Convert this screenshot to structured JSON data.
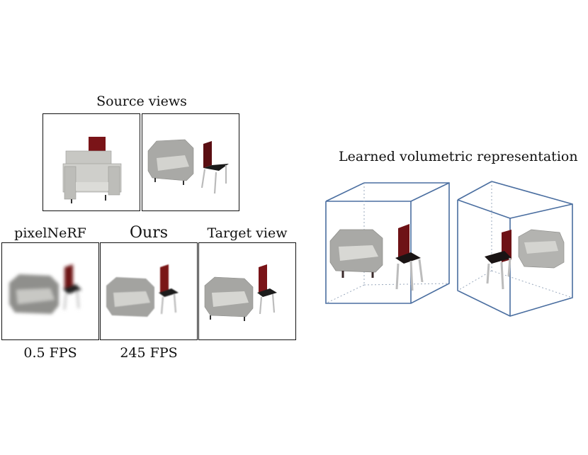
{
  "source": {
    "heading": "Source views"
  },
  "results": {
    "method_a": {
      "label": "pixelNeRF",
      "speed": "0.5 FPS"
    },
    "method_b": {
      "label": "Ours",
      "speed": "245 FPS"
    },
    "target": {
      "label": "Target view"
    }
  },
  "volumetric": {
    "heading": "Learned volumetric representation"
  },
  "colors": {
    "cube_edge": "#4a6ea0",
    "armchair": "#b9b9b6",
    "chair_back": "#7a1418",
    "chair_seat": "#1c1c1c"
  }
}
